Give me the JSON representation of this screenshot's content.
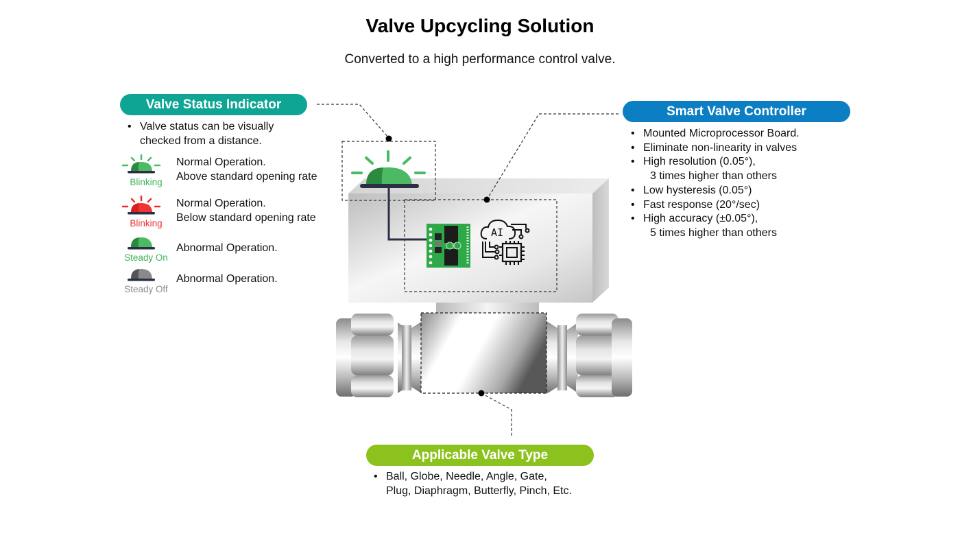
{
  "header": {
    "title": "Valve Upcycling Solution",
    "subtitle": "Converted to a high performance control valve."
  },
  "status_indicator": {
    "label": "Valve Status Indicator",
    "color": "#0ea595",
    "bullet": [
      "Valve status can be visually",
      "checked from a distance."
    ],
    "legend": [
      {
        "icon": "beacon-green-blinking-icon",
        "caption": "Blinking",
        "caption_color": "#3cb558",
        "lines": [
          "Normal Operation.",
          "Above standard opening rate"
        ]
      },
      {
        "icon": "beacon-red-blinking-icon",
        "caption": "Blinking",
        "caption_color": "#ee3030",
        "lines": [
          "Normal Operation.",
          "Below standard opening rate"
        ]
      },
      {
        "icon": "beacon-green-steady-icon",
        "caption": "Steady On",
        "caption_color": "#3cb558",
        "lines": [
          "Abnormal Operation."
        ]
      },
      {
        "icon": "beacon-gray-off-icon",
        "caption": "Steady Off",
        "caption_color": "#8a8a8a",
        "lines": [
          "Abnormal Operation."
        ]
      }
    ]
  },
  "controller": {
    "label": "Smart Valve Controller",
    "color": "#0b7ec4",
    "bullets": [
      [
        "Mounted Microprocessor Board."
      ],
      [
        "Eliminate non-linearity in valves"
      ],
      [
        "High resolution (0.05°),",
        "3 times higher than others"
      ],
      [
        "Low hysteresis (0.05°)"
      ],
      [
        "Fast response (20°/sec)"
      ],
      [
        "High accuracy (±0.05°),",
        "5 times higher than others"
      ]
    ]
  },
  "valve_type": {
    "label": "Applicable Valve Type",
    "color": "#8bc21e",
    "bullet": [
      "Ball, Globe, Needle, Angle, Gate,",
      "Plug, Diaphragm, Butterfly, Pinch, Etc."
    ]
  },
  "diagram": {
    "chip_label": "AI",
    "bullet_glyph": "•"
  }
}
